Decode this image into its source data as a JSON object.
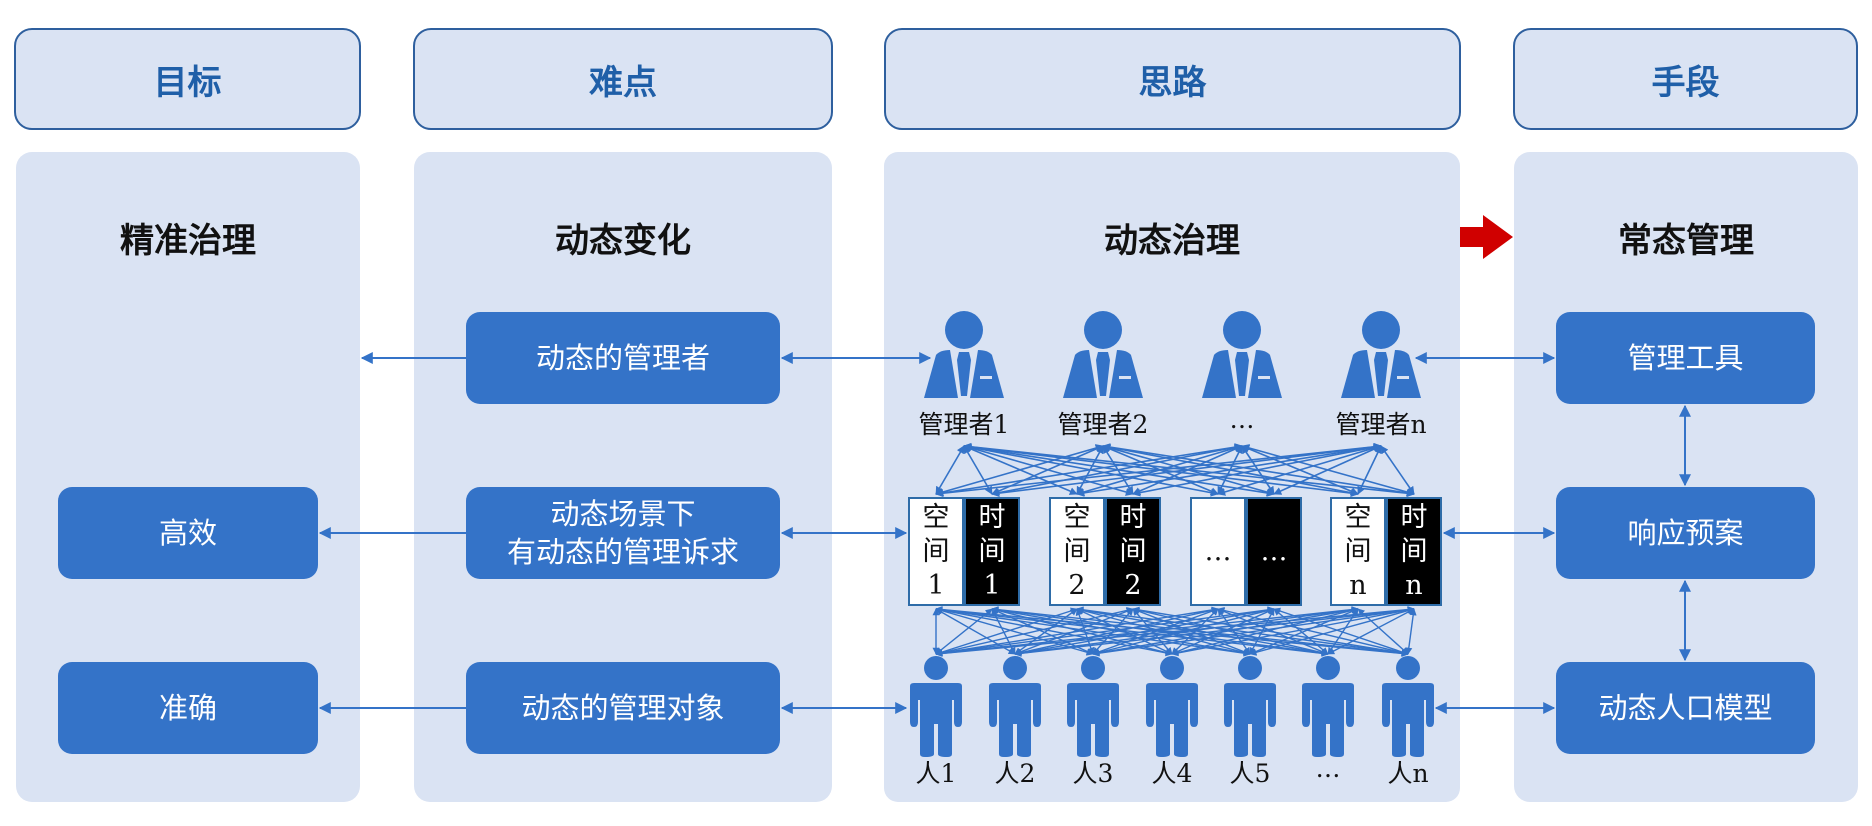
{
  "headers": {
    "goal": "目标",
    "difficulty": "难点",
    "approach": "思路",
    "means": "手段"
  },
  "panels": {
    "goal": {
      "title": "精准治理",
      "nodes": [
        "高效",
        "准确"
      ]
    },
    "difficulty": {
      "title": "动态变化",
      "nodes": [
        {
          "lines": [
            "动态的管理者"
          ]
        },
        {
          "lines": [
            "动态场景下",
            "有动态的管理诉求"
          ]
        },
        {
          "lines": [
            "动态的管理对象"
          ]
        }
      ]
    },
    "approach": {
      "title": "动态治理",
      "managers": [
        "管理者1",
        "管理者2",
        "…",
        "管理者n"
      ],
      "space_time": [
        {
          "space": [
            "空",
            "间",
            "1"
          ],
          "time": [
            "时",
            "间",
            "1"
          ]
        },
        {
          "space": [
            "空",
            "间",
            "2"
          ],
          "time": [
            "时",
            "间",
            "2"
          ]
        },
        {
          "space": [
            "…"
          ],
          "time": [
            "…"
          ]
        },
        {
          "space": [
            "空",
            "间",
            "n"
          ],
          "time": [
            "时",
            "间",
            "n"
          ]
        }
      ],
      "people": [
        "人1",
        "人2",
        "人3",
        "人4",
        "人5",
        "…",
        "人n"
      ]
    },
    "means": {
      "title": "常态管理",
      "nodes": [
        "管理工具",
        "响应预案",
        "动态人口模型"
      ]
    }
  },
  "colors": {
    "panel_bg": "#dae3f3",
    "header_border": "#2e5f9e",
    "header_text": "#1f5fa8",
    "node_fill": "#3473c8",
    "connector": "#3473c8",
    "transition_arrow": "#d00000"
  },
  "icons": {
    "manager": "manager-icon",
    "person": "person-icon",
    "transition": "red-arrow-right-icon"
  }
}
